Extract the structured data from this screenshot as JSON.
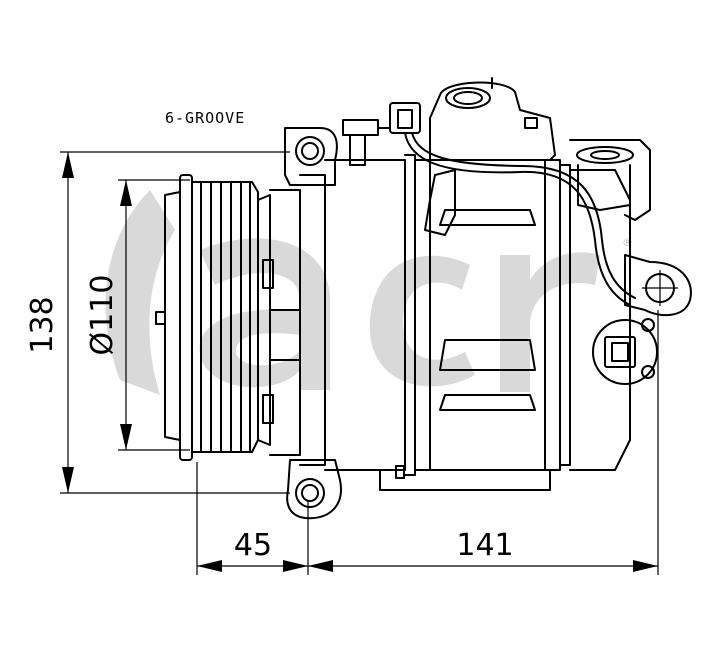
{
  "watermark": {
    "brand": "acr",
    "registered_mark": "®",
    "color": "#d9d9d9"
  },
  "drawing": {
    "groove_label": "6-GROOVE",
    "dimensions": {
      "height": "138",
      "pulley_diameter": "Ø110",
      "pulley_offset": "45",
      "body_length": "141"
    }
  }
}
